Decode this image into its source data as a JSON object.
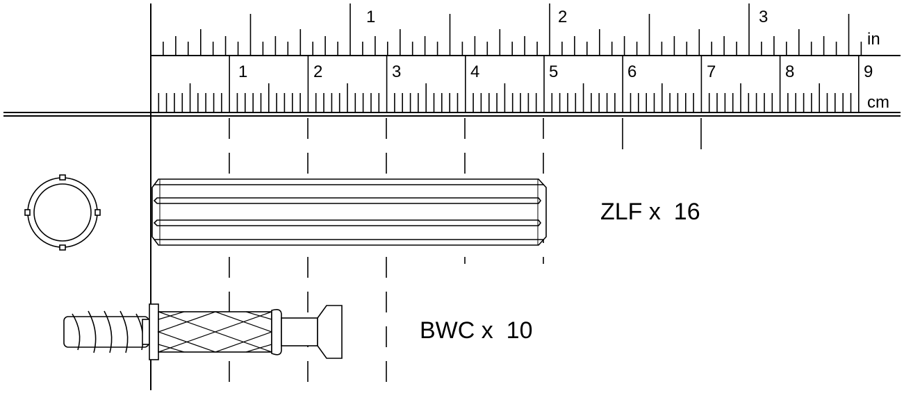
{
  "ruler": {
    "inch_unit": "in",
    "cm_unit": "cm",
    "inch_numbers": [
      "1",
      "2",
      "3"
    ],
    "cm_numbers": [
      "1",
      "2",
      "3",
      "4",
      "5",
      "6",
      "7",
      "8",
      "9"
    ]
  },
  "parts": [
    {
      "id": "zlf",
      "label": "ZLF x  16",
      "quantity": 16
    },
    {
      "id": "bwc",
      "label": "BWC x  10",
      "quantity": 10
    }
  ]
}
